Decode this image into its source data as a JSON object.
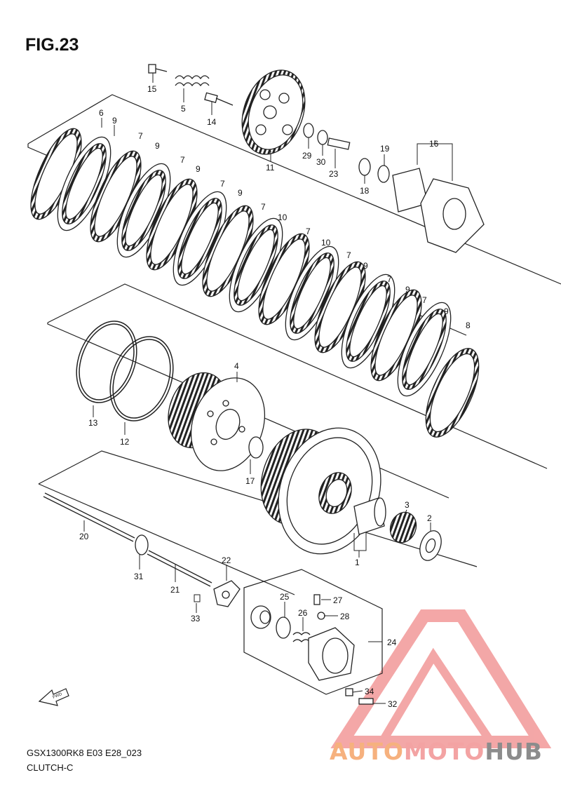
{
  "figure": {
    "title": "FIG.23",
    "code": "GSX1300RK8 E03 E28_023",
    "name": "CLUTCH-C"
  },
  "watermark": {
    "part1": "AUTO",
    "part2": "MOTO",
    "part3": "HUB",
    "icon": "triangle-logo-icon"
  },
  "fwd_arrow": {
    "label": "FWD",
    "icon": "forward-arrow-icon"
  },
  "parts": {
    "p1": "1",
    "p2": "2",
    "p3": "3",
    "p4": "4",
    "p5": "5",
    "p6": "6",
    "p7": "7",
    "p8": "8",
    "p9": "9",
    "p10": "10",
    "p11": "11",
    "p12": "12",
    "p13": "13",
    "p14": "14",
    "p15": "15",
    "p16": "16",
    "p17": "17",
    "p18": "18",
    "p19": "19",
    "p20": "20",
    "p21": "21",
    "p22": "22",
    "p23": "23",
    "p24": "24",
    "p25": "25",
    "p26": "26",
    "p27": "27",
    "p28": "28",
    "p29": "29",
    "p30": "30",
    "p31": "31",
    "p32": "32",
    "p33": "33",
    "p34": "34"
  },
  "colors": {
    "line": "#222222",
    "watermark_red": "#f08a8a",
    "watermark_orange": "#f6b17e",
    "watermark_gray": "#8c8c8c"
  }
}
